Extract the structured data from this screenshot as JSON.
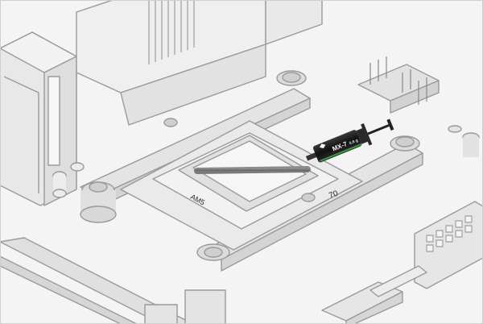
{
  "illustration": {
    "socket_label": "AM5",
    "socket_mark": "70",
    "syringe_brand_label": "MX-7",
    "syringe_amount_label": "0.8 g"
  },
  "colors": {
    "background": "#f4f4f4",
    "line": "#9a9a9a",
    "fill_light": "#e6e6e6",
    "fill_mid": "#d6d6d6",
    "paste_cross": "#6e6e6e",
    "syringe_body": "#1d1d1d",
    "syringe_accent": "#3a9a3a"
  },
  "icons": {
    "syringe": "thermal-paste-syringe-icon",
    "cross": "paste-x-pattern-icon"
  }
}
